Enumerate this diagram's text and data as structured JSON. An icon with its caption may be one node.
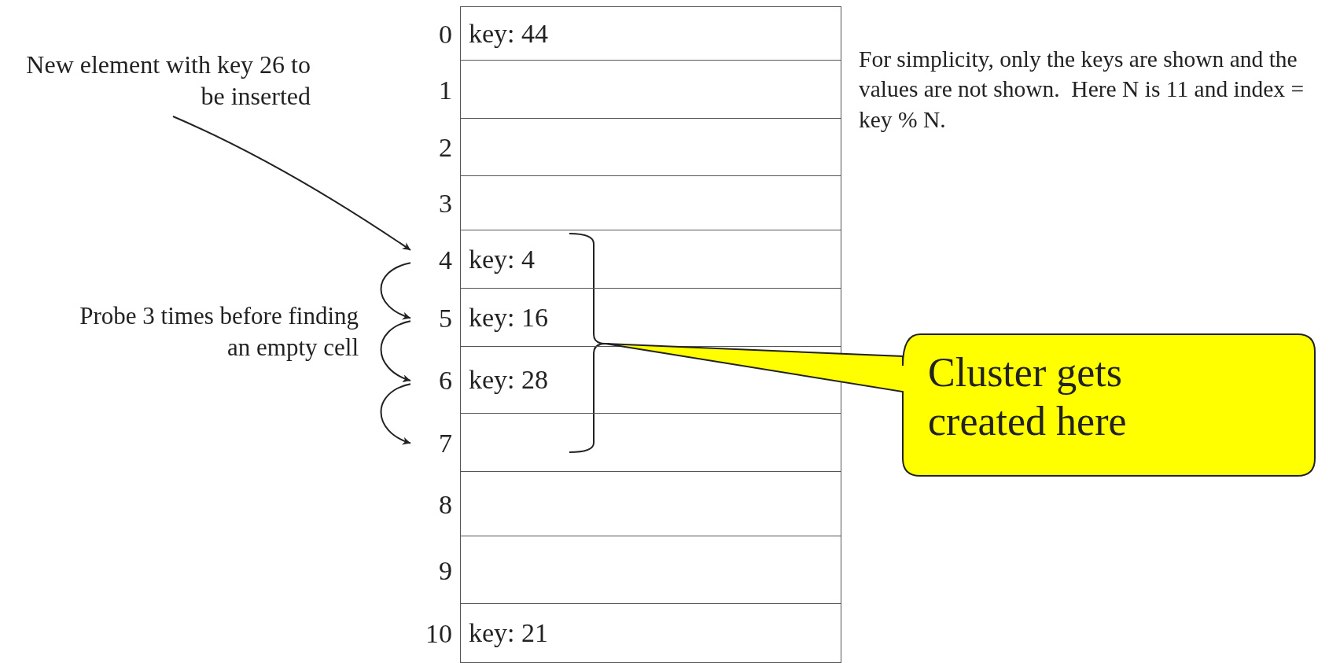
{
  "diagram": {
    "nodes": [
      {
        "text": [
          "key: 44"
        ],
        "beside": [
          "0"
        ]
      },
      {
        "text": [],
        "shape": "box",
        "beside": [
          "1"
        ]
      },
      {
        "text": [],
        "shape": "box",
        "beside": [
          "2"
        ]
      },
      {
        "text": [],
        "shape": "box",
        "beside": [
          "3"
        ]
      },
      {
        "text": [
          "key: 4"
        ],
        "beside": [
          "4"
        ]
      },
      {
        "text": [
          "key: 16"
        ],
        "beside": [
          "5"
        ]
      },
      {
        "text": [
          "key: 28"
        ],
        "beside": [
          "6"
        ]
      },
      {
        "text": [],
        "shape": "box",
        "beside": [
          "7"
        ]
      },
      {
        "text": [],
        "shape": "box",
        "beside": [
          "8"
        ]
      },
      {
        "text": [],
        "shape": "box",
        "beside": [
          "9"
        ]
      },
      {
        "text": [
          "key: 21"
        ],
        "beside": [
          "10"
        ]
      },
      {
        "text": [
          "New element with key 26 to be inserted"
        ]
      },
      {
        "text": [
          "Cluster gets created here"
        ]
      }
    ],
    "edges": [
      {
        "from": 11,
        "to": 4,
        "arrow": "to"
      },
      {
        "from": 4,
        "to": 5,
        "arrow": "to"
      },
      {
        "from": 5,
        "to": 6,
        "arrow": "to"
      },
      {
        "from": 6,
        "to": 7,
        "arrow": "to"
      }
    ],
    "labels": [
      "Probe 3 times before finding an empty cell",
      "For simplicity, only the keys are shown and the values are not shown.  Here N is 11 and index = key % N."
    ]
  }
}
